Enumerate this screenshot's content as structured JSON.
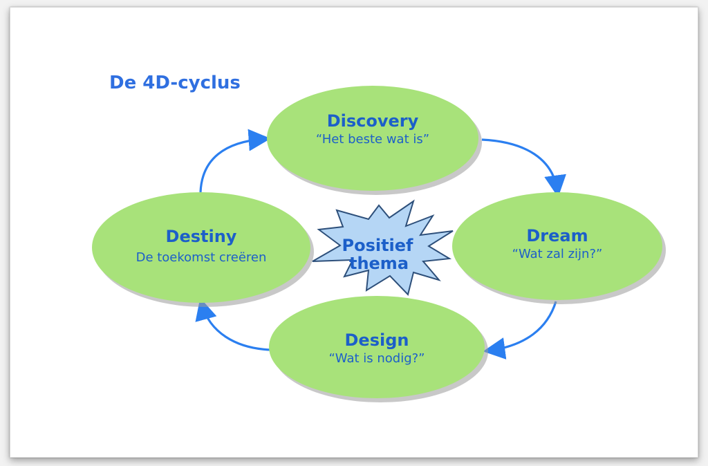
{
  "title": "De 4D-cyclus",
  "colors": {
    "title": "#2f6fe0",
    "node_fill": "#a8e27a",
    "node_text": "#1c5fc9",
    "node_shadow": "#9a9a9a",
    "arrow": "#2b7ff0",
    "center_fill": "#b5d6f5",
    "center_stroke": "#2d4f7a",
    "center_text": "#1c5fc9"
  },
  "nodes": {
    "discovery": {
      "title": "Discovery",
      "subtitle": "“Het beste wat is”"
    },
    "dream": {
      "title": "Dream",
      "subtitle": "“Wat zal zijn?”"
    },
    "design": {
      "title": "Design",
      "subtitle": "“Wat is nodig?”"
    },
    "destiny": {
      "title": "Destiny",
      "subtitle": "De toekomst creëren"
    }
  },
  "center": {
    "line1": "Positief",
    "line2": "thema"
  },
  "icons": {
    "arrow": "curved-arrow-icon",
    "center": "starburst-icon"
  }
}
